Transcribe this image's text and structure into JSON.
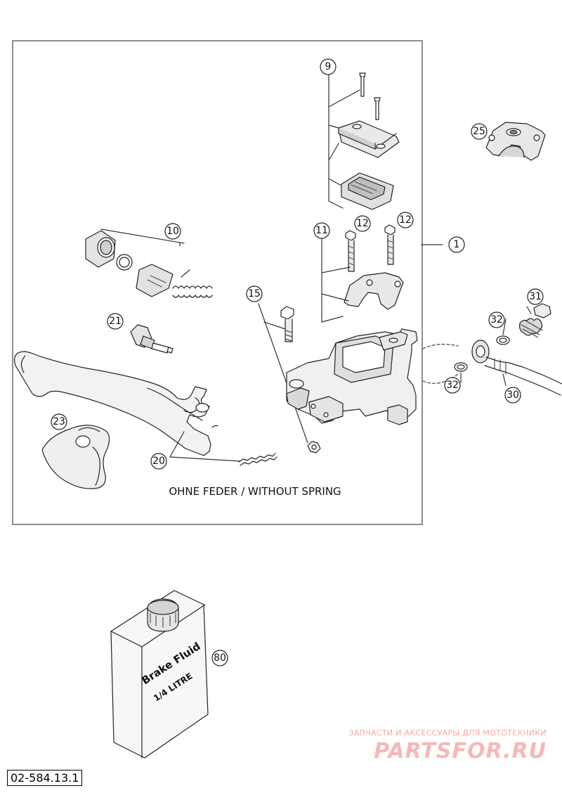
{
  "diagram": {
    "part_code": "02-584.13.1",
    "caption": "OHNE FEDER / WITHOUT SPRING",
    "callouts": [
      "1",
      "9",
      "10",
      "11",
      "12",
      "12",
      "15",
      "20",
      "21",
      "23",
      "25",
      "30",
      "31",
      "32",
      "32",
      "80"
    ],
    "bottle": {
      "line1": "Brake Fluid",
      "line2": "1/4 LITRE"
    },
    "watermark": {
      "top": "ЗАПЧАСТИ И АКСЕССУАРЫ ДЛЯ МОТОТЕХНИКИ",
      "brand": "PARTSFOR.RU"
    }
  }
}
